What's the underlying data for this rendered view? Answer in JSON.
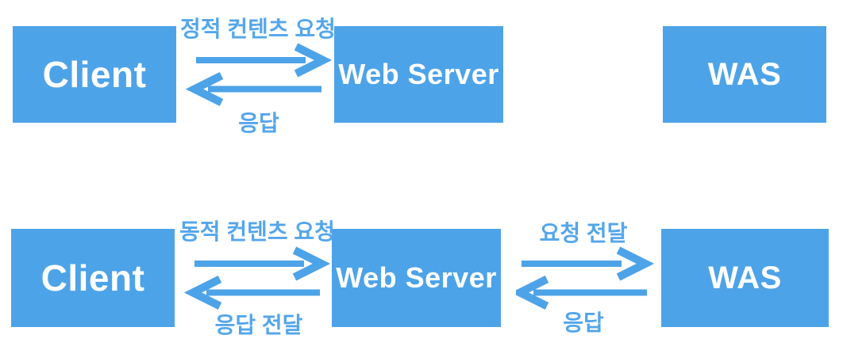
{
  "diagram": {
    "colors": {
      "node_fill": "#4da3e8",
      "node_text": "#ffffff",
      "arrow": "#4da3e8",
      "label_text": "#54a6eb",
      "background": "#ffffff"
    },
    "static_flow": {
      "client_label": "Client",
      "web_server_label": "Web Server",
      "was_label": "WAS",
      "request_label": "정적 컨텐츠 요청",
      "response_label": "응답"
    },
    "dynamic_flow": {
      "client_label": "Client",
      "web_server_label": "Web Server",
      "was_label": "WAS",
      "request_label": "동적 컨텐츠 요청",
      "response_label": "응답 전달",
      "forward_request_label": "요청 전달",
      "forward_response_label": "응답"
    }
  }
}
